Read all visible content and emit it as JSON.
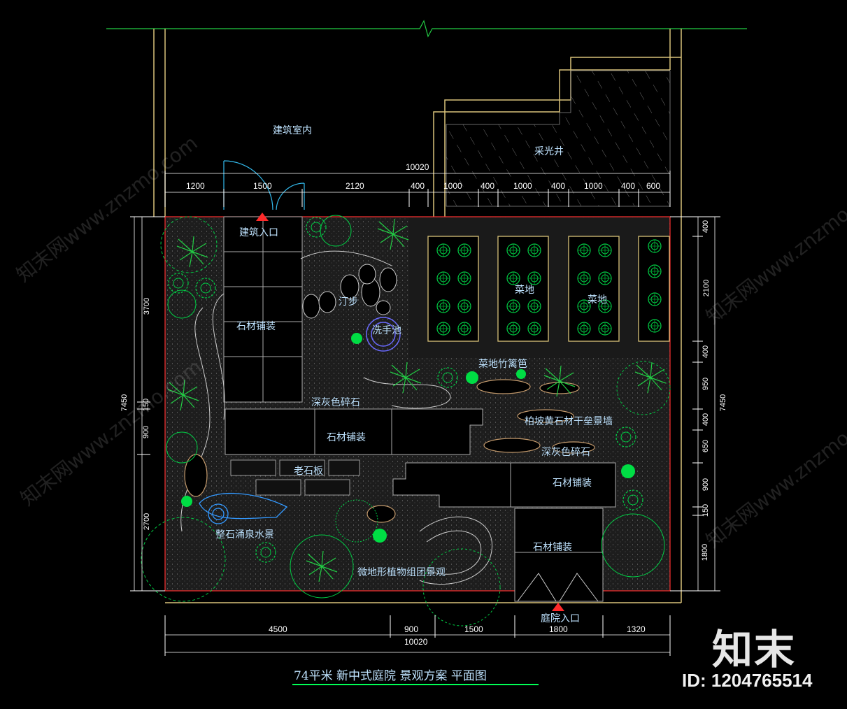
{
  "title": "74平米 新中式庭院 景观方案 平面图",
  "labels": {
    "indoor": "建筑室内",
    "lightwell": "采光井",
    "building_entrance": "建筑入口",
    "stone_paving": "石材铺装",
    "stepping_stones": "汀步",
    "wash_basin": "洗手池",
    "vegetable_plot": "菜地",
    "vegetable_fence": "菜地竹篱笆",
    "dark_gravel": "深灰色碎石",
    "stone_wall": "柏坡黄石材干垒景墙",
    "old_slab": "老石板",
    "fountain": "整石涌泉水景",
    "micro_terrain": "微地形植物组团景观",
    "courtyard_entrance": "庭院入口"
  },
  "dims_top": [
    "10020",
    "1200",
    "1500",
    "2120",
    "400",
    "1000",
    "400",
    "1000",
    "400",
    "1000",
    "400",
    "600"
  ],
  "dims_bottom": [
    "4500",
    "900",
    "1500",
    "1800",
    "1320",
    "10020"
  ],
  "dims_left": [
    "3700",
    "7450",
    "150",
    "900",
    "2700"
  ],
  "dims_right": [
    "400",
    "2100",
    "400",
    "950",
    "7450",
    "400",
    "650",
    "900",
    "150",
    "1800"
  ],
  "brand": {
    "logo": "知末",
    "id": "ID: 1204765514",
    "watermark": "知末网www.znzmo.com"
  },
  "colors": {
    "background": "#000000",
    "text": "#bfe3ff",
    "plants": "#00cc33",
    "boundary": "#ff3030",
    "walls": "#d9c27a"
  }
}
